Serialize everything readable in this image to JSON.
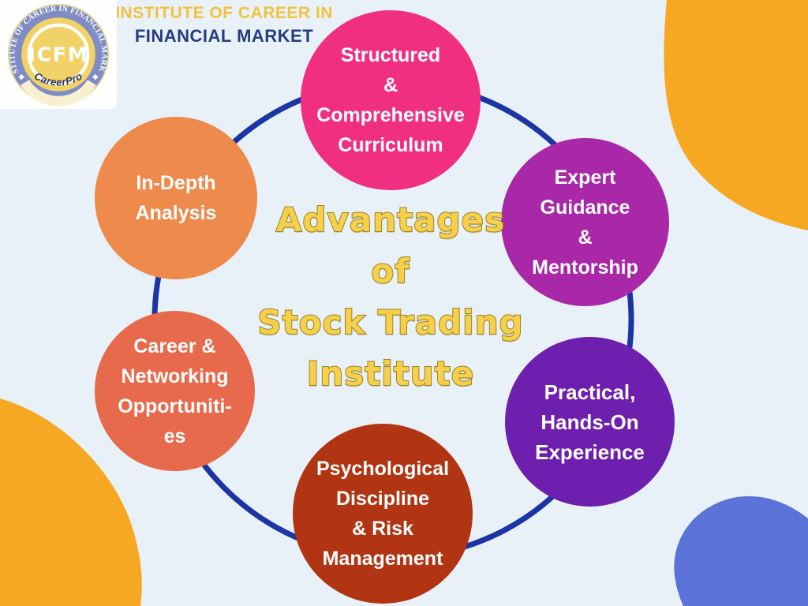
{
  "header": {
    "brand_line1": "INSTITUTE OF CAREER IN",
    "brand_line2": "FINANCIAL MARKET"
  },
  "logo": {
    "ring_text": "INSTITUTE OF CAREER IN FINANCIAL MARKET",
    "center_text": "ICFM",
    "bottom_text": "CareerPro"
  },
  "title": {
    "lines": [
      "Advantages",
      "of",
      "Stock Trading",
      "Institute"
    ]
  },
  "advantages": [
    {
      "name": "structured",
      "color": "#F02F80",
      "lines": [
        "Structured",
        "&",
        "Comprehensive",
        "Curriculum"
      ]
    },
    {
      "name": "expert",
      "color": "#A928A8",
      "lines": [
        "Expert",
        "Guidance",
        "&",
        "Mentorship"
      ]
    },
    {
      "name": "practical",
      "color": "#6F1FAE",
      "lines": [
        "Practical,",
        "Hands-On",
        "Experience"
      ]
    },
    {
      "name": "psychological",
      "color": "#B23513",
      "lines": [
        "Psychological",
        "Discipline",
        "& Risk",
        "Management"
      ]
    },
    {
      "name": "career",
      "color": "#E66A4B",
      "lines": [
        "Career &",
        "Networking",
        "Opportuniti-",
        "es"
      ]
    },
    {
      "name": "indepth",
      "color": "#EE8A4C",
      "lines": [
        "In-Depth",
        "Analysis"
      ]
    }
  ],
  "colors": {
    "background": "#E9F1F8",
    "ring": "#1B35A4",
    "blob_orange": "#F7A823",
    "blob_blue": "#5B73D8",
    "title_fill": "#F6CF4B",
    "title_outline": "#9A8426",
    "header_gold": "#EFC33F",
    "header_navy": "#253C7D",
    "circle_text": "#FFFFFF",
    "logo_band": "#7F8CC5",
    "logo_gold": "#F1D266",
    "logo_text_navy": "#2A3A69"
  }
}
